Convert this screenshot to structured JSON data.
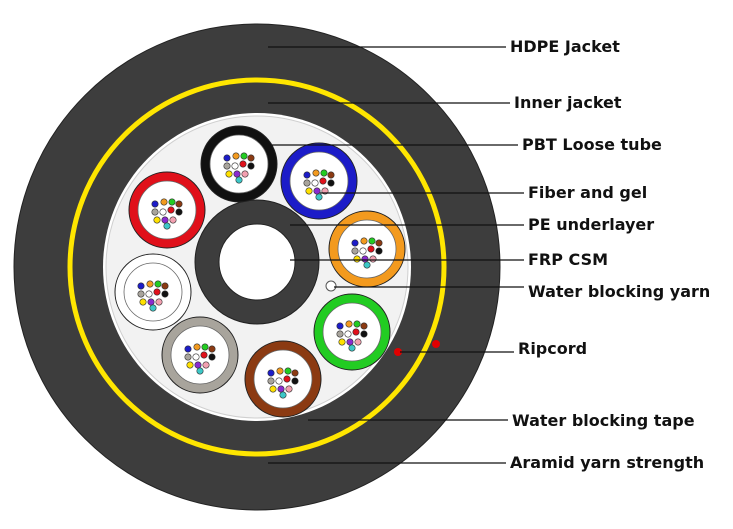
{
  "diagram": {
    "labels": {
      "hdpe_jacket": "HDPE Jacket",
      "inner_jacket": "Inner jacket",
      "pbt_loose_tube": "PBT Loose tube",
      "fiber_and_gel": "Fiber and gel",
      "pe_underlayer": "PE underlayer",
      "frp_csm": "FRP CSM",
      "water_blocking_yarn": "Water blocking yarn",
      "ripcord": "Ripcord",
      "water_blocking_tape": "Water blocking tape",
      "aramid_yarn_strength": "Aramid yarn strength"
    },
    "colors": {
      "outer_jacket": "#3d3d3d",
      "aramid_ring": "#ffe600",
      "inner_jacket": "#3d3d3d",
      "core_fill": "#f2f2f2",
      "frp_ring": "#3d3d3d",
      "frp_center": "#ffffff",
      "ripcord": "#e00000",
      "outline": "#222222"
    },
    "tube_colors": [
      "black",
      "blue",
      "orange",
      "green",
      "brown",
      "gray",
      "white",
      "red"
    ],
    "fiber_colors": [
      "blue",
      "orange",
      "green",
      "brown",
      "gray",
      "white",
      "red",
      "black",
      "yellow",
      "purple",
      "pink",
      "aqua"
    ]
  }
}
